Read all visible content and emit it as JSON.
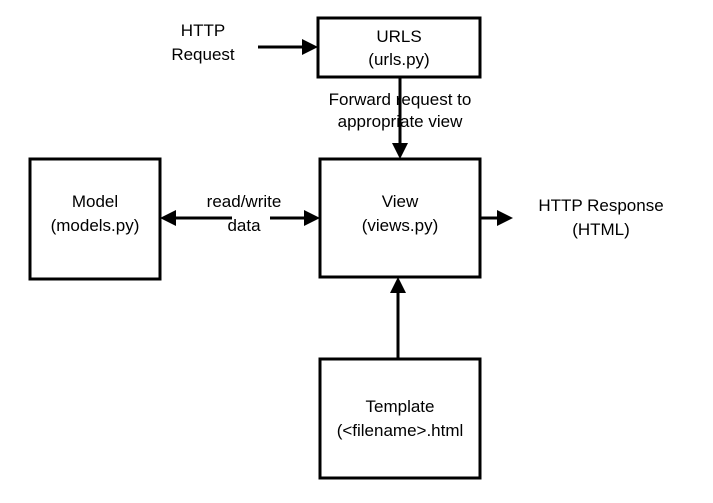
{
  "diagram": {
    "title": "Django MVT request flow diagram",
    "background_color": "#ffffff",
    "stroke_color": "#000000",
    "nodes": [
      {
        "id": "urls",
        "name": "urls-box",
        "line1": "URLS",
        "line2": "(urls.py)"
      },
      {
        "id": "model",
        "name": "model-box",
        "line1": "Model",
        "line2": "(models.py)"
      },
      {
        "id": "view",
        "name": "view-box",
        "line1": "View",
        "line2": "(views.py)"
      },
      {
        "id": "template",
        "name": "template-box",
        "line1": "Template",
        "line2": "(<filename>.html"
      }
    ],
    "labels": [
      {
        "id": "http-request",
        "line1": "HTTP",
        "line2": "Request"
      },
      {
        "id": "forward-request",
        "line1": "Forward request to",
        "line2": "appropriate view"
      },
      {
        "id": "read-write-data",
        "line1": "read/write",
        "line2": "data"
      },
      {
        "id": "http-response",
        "line1": "HTTP Response",
        "line2": "(HTML)"
      }
    ],
    "edges": [
      {
        "id": "request-to-urls",
        "from": "http-request",
        "to": "urls",
        "direction": "right"
      },
      {
        "id": "urls-to-view",
        "from": "urls",
        "to": "view",
        "direction": "down"
      },
      {
        "id": "view-to-model",
        "from": "view",
        "to": "model",
        "direction": "left"
      },
      {
        "id": "model-to-view",
        "from": "model",
        "to": "view",
        "direction": "right"
      },
      {
        "id": "view-to-response",
        "from": "view",
        "to": "http-response",
        "direction": "right"
      },
      {
        "id": "template-to-view",
        "from": "template",
        "to": "view",
        "direction": "up"
      }
    ]
  }
}
